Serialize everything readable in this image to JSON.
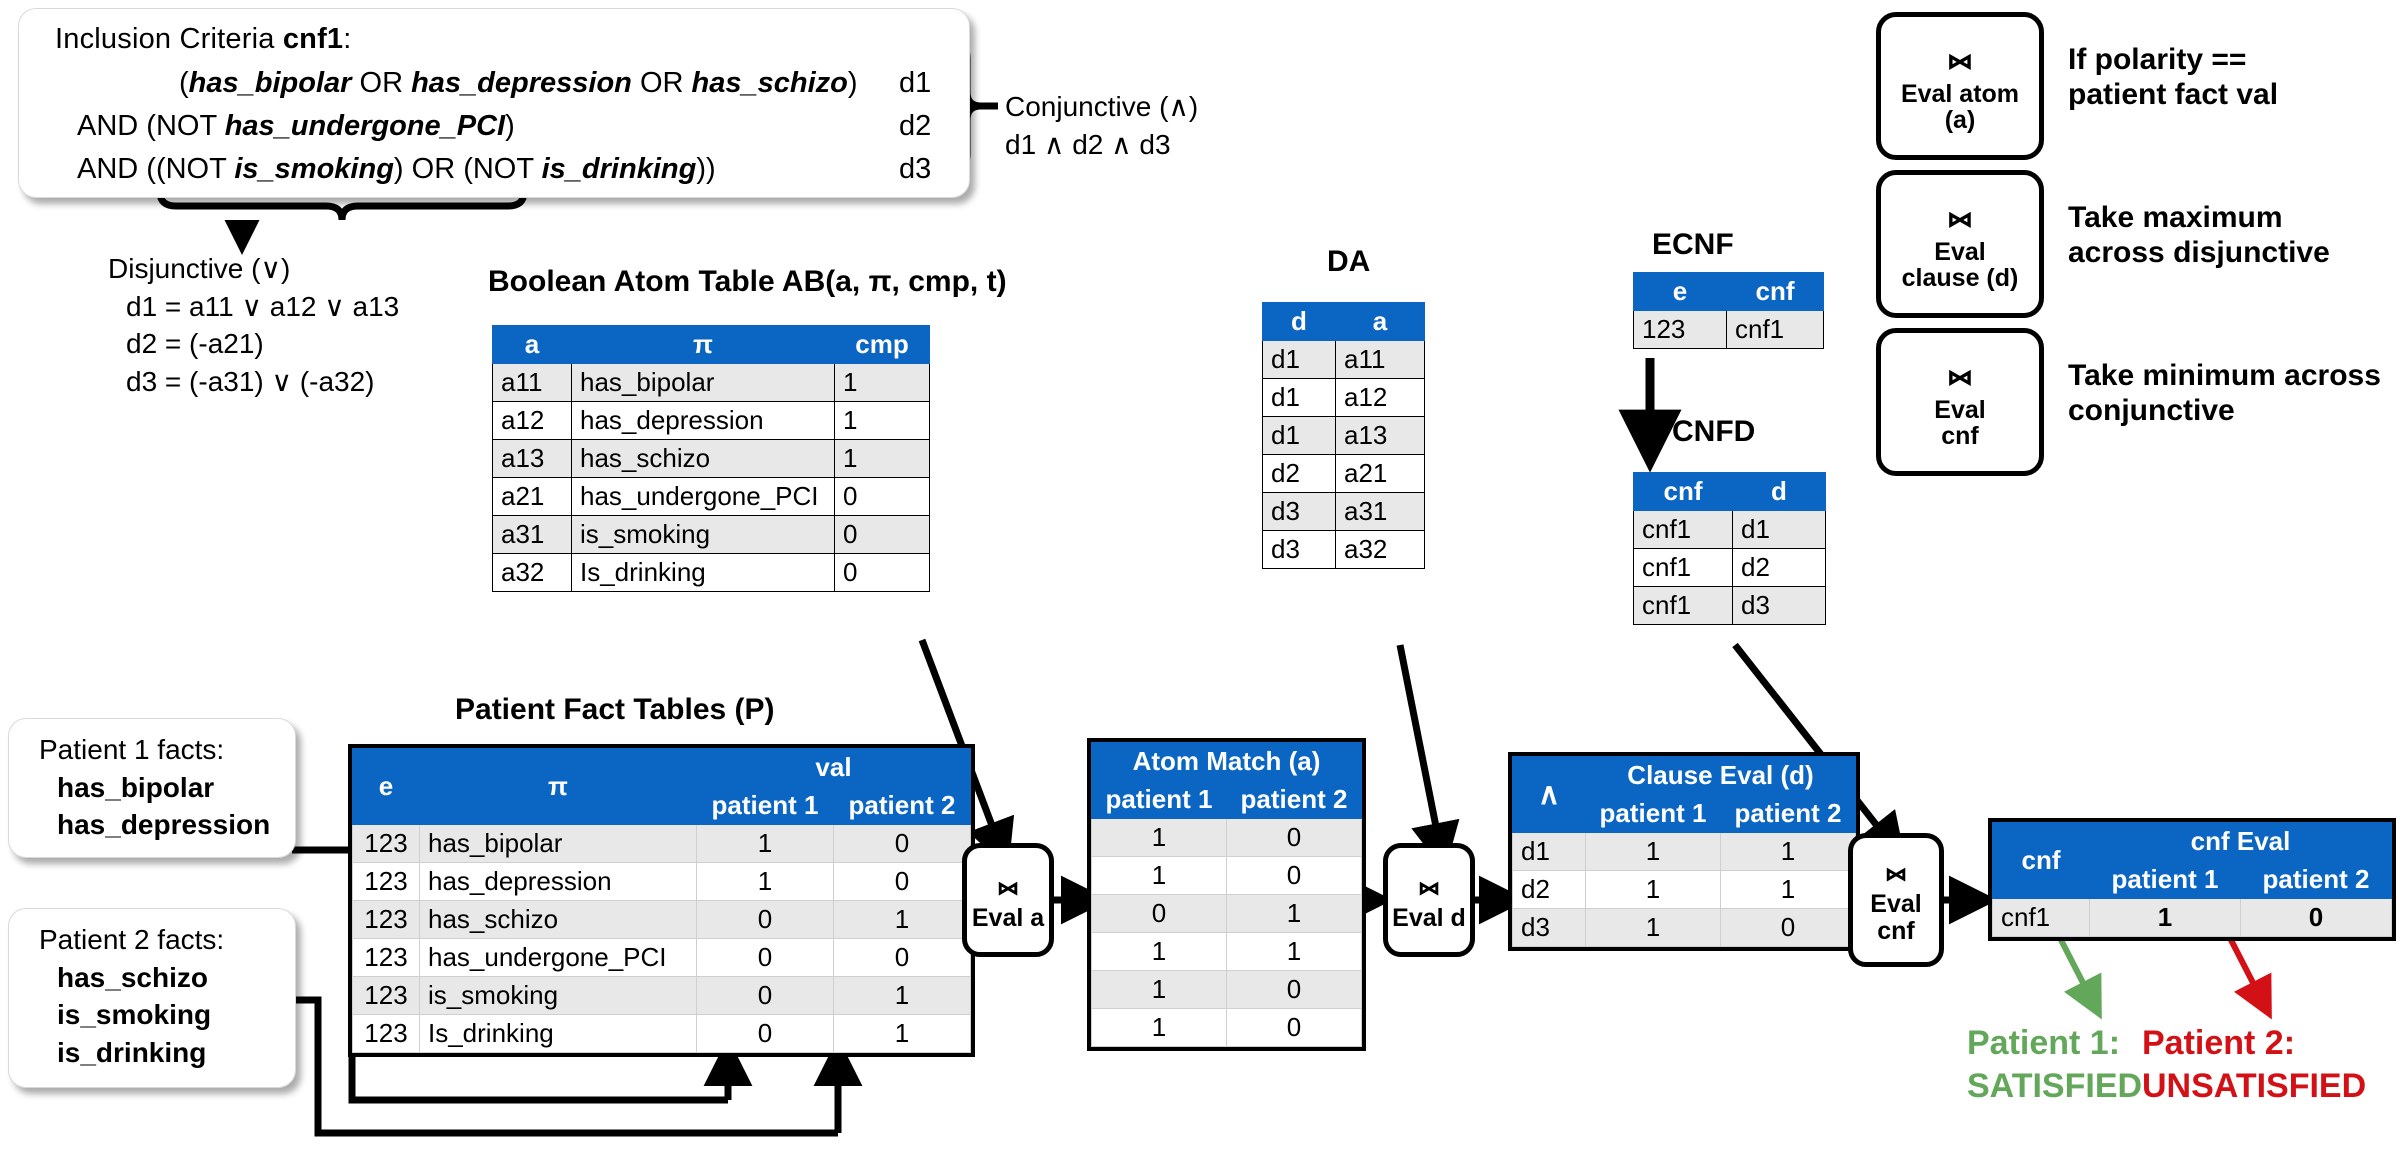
{
  "criteria": {
    "title_prefix": "Inclusion Criteria ",
    "title_name": "cnf1",
    "title_suffix": ":",
    "lines": [
      {
        "text": "(has_bipolar OR has_depression OR has_schizo)",
        "label": "d1"
      },
      {
        "text": "AND (NOT has_undergone_PCI)",
        "label": "d2"
      },
      {
        "text": "AND ((NOT is_smoking) OR (NOT is_drinking))",
        "label": "d3"
      }
    ]
  },
  "conjunctive": {
    "heading": "Conjunctive (∧)",
    "expr": "d1 ∧ d2 ∧ d3"
  },
  "disjunctive": {
    "heading": "Disjunctive (∨)",
    "lines": [
      "d1 = a11 ∨ a12 ∨ a13",
      "d2 = (-a21)",
      "d3 = (-a31) ∨ (-a32)"
    ]
  },
  "legend": [
    {
      "node_label": [
        "Eval atom",
        "(a)"
      ],
      "text": [
        "If polarity ==",
        "patient fact val"
      ]
    },
    {
      "node_label": [
        "Eval",
        "clause (d)"
      ],
      "text": [
        "Take maximum",
        "across disjunctive"
      ]
    },
    {
      "node_label": [
        "Eval",
        "cnf"
      ],
      "text": [
        "Take minimum across",
        "conjunctive"
      ]
    }
  ],
  "ab_table": {
    "title": "Boolean Atom Table AB(a, π, cmp, t)",
    "headers": [
      "a",
      "π",
      "cmp"
    ],
    "rows": [
      [
        "a11",
        "has_bipolar",
        "1"
      ],
      [
        "a12",
        "has_depression",
        "1"
      ],
      [
        "a13",
        "has_schizo",
        "1"
      ],
      [
        "a21",
        "has_undergone_PCI",
        "0"
      ],
      [
        "a31",
        "is_smoking",
        "0"
      ],
      [
        "a32",
        "Is_drinking",
        "0"
      ]
    ]
  },
  "da_table": {
    "title": "DA",
    "headers": [
      "d",
      "a"
    ],
    "rows": [
      [
        "d1",
        "a11"
      ],
      [
        "d1",
        "a12"
      ],
      [
        "d1",
        "a13"
      ],
      [
        "d2",
        "a21"
      ],
      [
        "d3",
        "a31"
      ],
      [
        "d3",
        "a32"
      ]
    ]
  },
  "ecnf_table": {
    "title": "ECNF",
    "headers": [
      "e",
      "cnf"
    ],
    "rows": [
      [
        "123",
        "cnf1"
      ]
    ]
  },
  "cnfd_table": {
    "title": "CNFD",
    "headers": [
      "cnf",
      "d"
    ],
    "rows": [
      [
        "cnf1",
        "d1"
      ],
      [
        "cnf1",
        "d2"
      ],
      [
        "cnf1",
        "d3"
      ]
    ]
  },
  "patient_facts": [
    {
      "title": "Patient 1 facts:",
      "facts": [
        "has_bipolar",
        "has_depression"
      ]
    },
    {
      "title": "Patient 2 facts:",
      "facts": [
        "has_schizo",
        "is_smoking",
        "is_drinking"
      ]
    }
  ],
  "p_table": {
    "title": "Patient Fact Tables (P)",
    "headers": {
      "e": "e",
      "pi": "π",
      "val": "val",
      "p1": "patient 1",
      "p2": "patient 2"
    },
    "rows": [
      [
        "123",
        "has_bipolar",
        "1",
        "0"
      ],
      [
        "123",
        "has_depression",
        "1",
        "0"
      ],
      [
        "123",
        "has_schizo",
        "0",
        "1"
      ],
      [
        "123",
        "has_undergone_PCI",
        "0",
        "0"
      ],
      [
        "123",
        "is_smoking",
        "0",
        "1"
      ],
      [
        "123",
        "Is_drinking",
        "0",
        "1"
      ]
    ]
  },
  "atom_match": {
    "title": "Atom Match (a)",
    "headers": [
      "patient 1",
      "patient 2"
    ],
    "rows": [
      [
        "1",
        "0"
      ],
      [
        "1",
        "0"
      ],
      [
        "0",
        "1"
      ],
      [
        "1",
        "1"
      ],
      [
        "1",
        "0"
      ],
      [
        "1",
        "0"
      ]
    ]
  },
  "clause_eval": {
    "title": "Clause Eval (d)",
    "corner": "∧",
    "headers": [
      "patient 1",
      "patient 2"
    ],
    "rows": [
      [
        "d1",
        "1",
        "1"
      ],
      [
        "d2",
        "1",
        "1"
      ],
      [
        "d3",
        "1",
        "0"
      ]
    ]
  },
  "cnf_eval": {
    "title": "cnf Eval",
    "corner": "cnf",
    "headers": [
      "patient 1",
      "patient 2"
    ],
    "rows": [
      [
        "cnf1",
        "1",
        "0"
      ]
    ]
  },
  "join_nodes": [
    {
      "label": "Eval a"
    },
    {
      "label": "Eval d"
    },
    {
      "label": [
        "Eval",
        "cnf"
      ]
    }
  ],
  "results": [
    {
      "lines": [
        "Patient 1:",
        "SATISFIED"
      ],
      "color": "#63a75a"
    },
    {
      "lines": [
        "Patient 2:",
        "UNSATISFIED"
      ],
      "color": "#d21016"
    }
  ],
  "colors": {
    "header_blue": "#0b66c3",
    "row_alt": "#e8e8e8",
    "green": "#63a75a",
    "red": "#d21016"
  }
}
